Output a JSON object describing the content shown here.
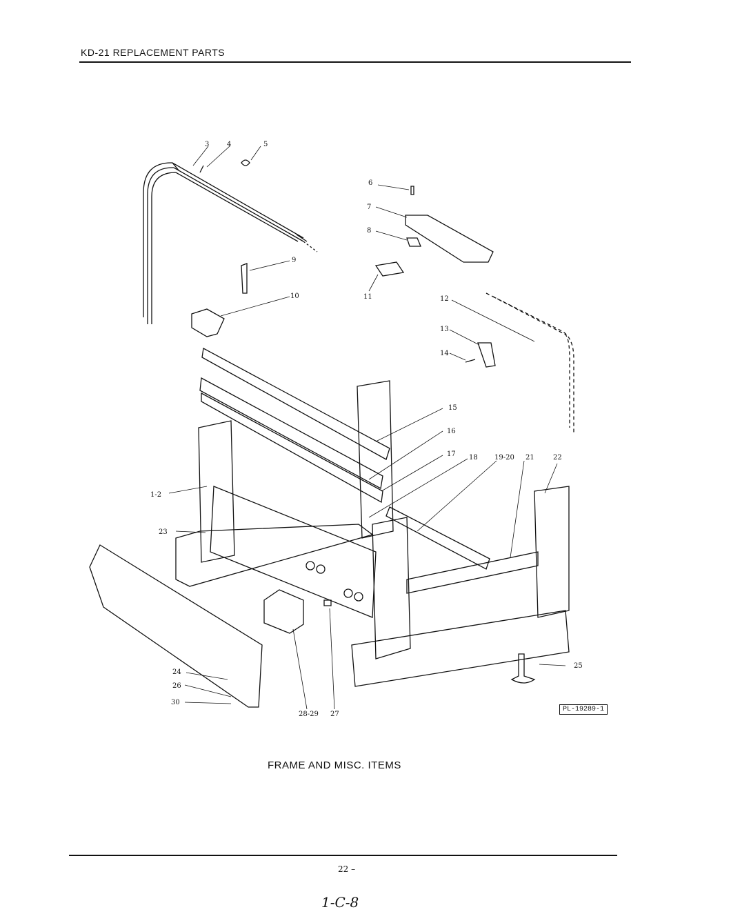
{
  "header": {
    "title": "KD-21 REPLACEMENT PARTS"
  },
  "caption": "FRAME AND MISC. ITEMS",
  "reference_code": "PL-19289-1",
  "page_number": "22 –",
  "handwritten_code": "1-C-8",
  "callouts": [
    "3",
    "4",
    "5",
    "6",
    "7",
    "8",
    "9",
    "10",
    "11",
    "12",
    "13",
    "14",
    "15",
    "16",
    "17",
    "18",
    "19-20",
    "21",
    "22",
    "1-2",
    "23",
    "24",
    "26",
    "30",
    "28-29",
    "27",
    "25"
  ]
}
